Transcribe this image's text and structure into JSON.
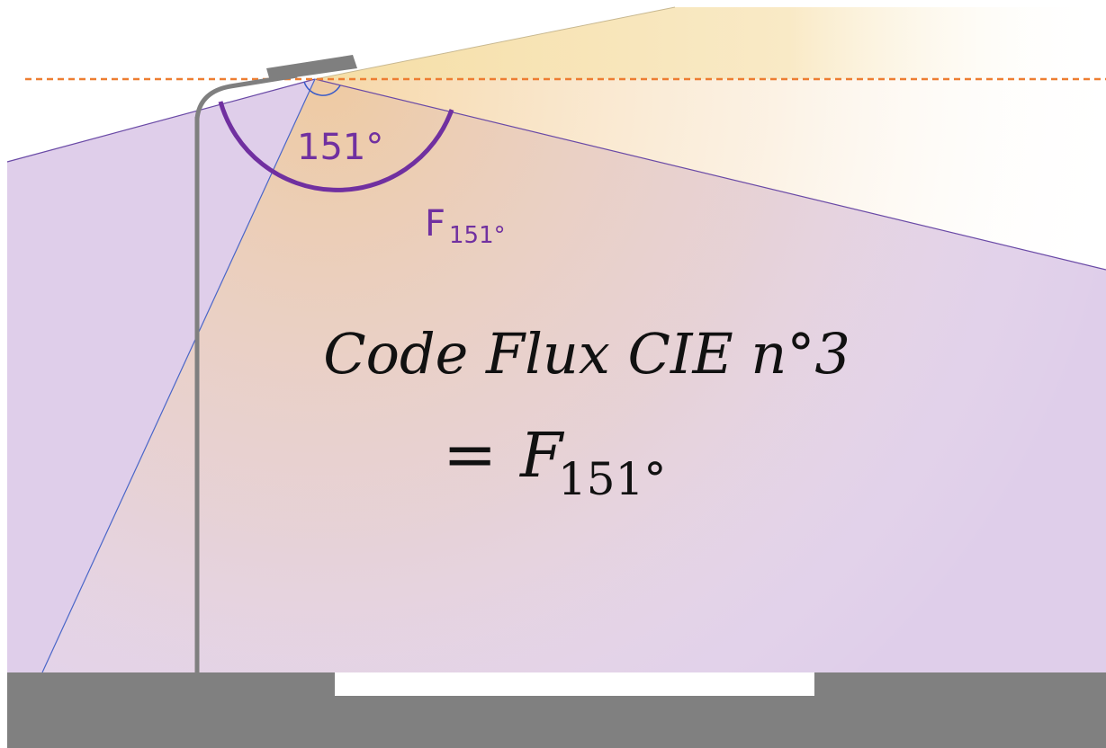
{
  "angle_label": "151°",
  "flux_label": {
    "main": "F",
    "subscript": "151°"
  },
  "formula": {
    "line1": "Code Flux CIE n°3",
    "equals": "=",
    "var": "F",
    "subscript": "151°"
  },
  "colors": {
    "light_cone": "#f6dfa4",
    "flux_zone": "#d9c5e6",
    "arc": "#7030a0",
    "horizon_line": "#ed7d31",
    "ground": "#808080",
    "pole": "#7f7f7f"
  }
}
